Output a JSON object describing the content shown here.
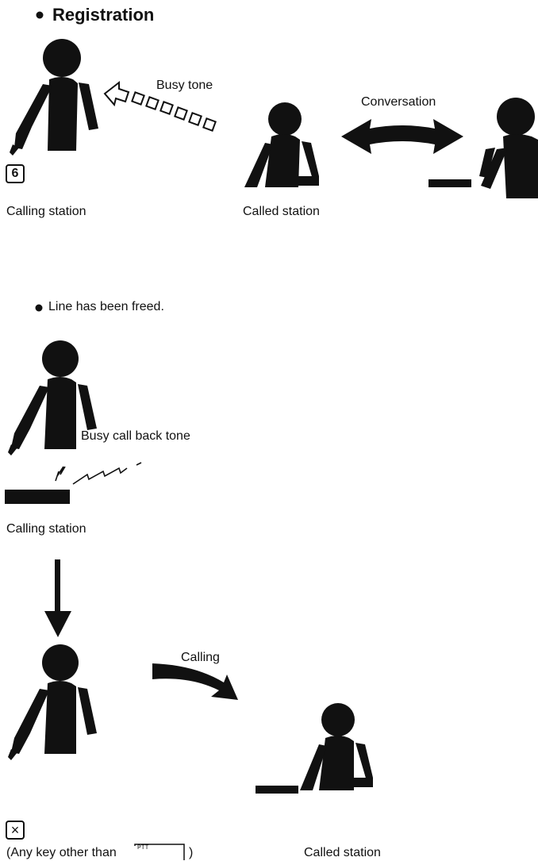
{
  "section_title": "Registration",
  "scene1": {
    "tone_label": "Busy tone",
    "conversation_label": "Conversation",
    "key_label": "6",
    "calling_caption": "Calling station",
    "called_caption": "Called station"
  },
  "scene2": {
    "note": "Line has been freed.",
    "tone_label": "Busy call back tone",
    "calling_caption": "Calling station"
  },
  "scene3": {
    "calling_label": "Calling",
    "key_label": "×",
    "key_note_prefix": "(Any key other than",
    "key_note_key": "PTT",
    "key_note_suffix": ")",
    "called_caption": "Called station"
  },
  "colors": {
    "ink": "#111111",
    "background": "#ffffff"
  }
}
